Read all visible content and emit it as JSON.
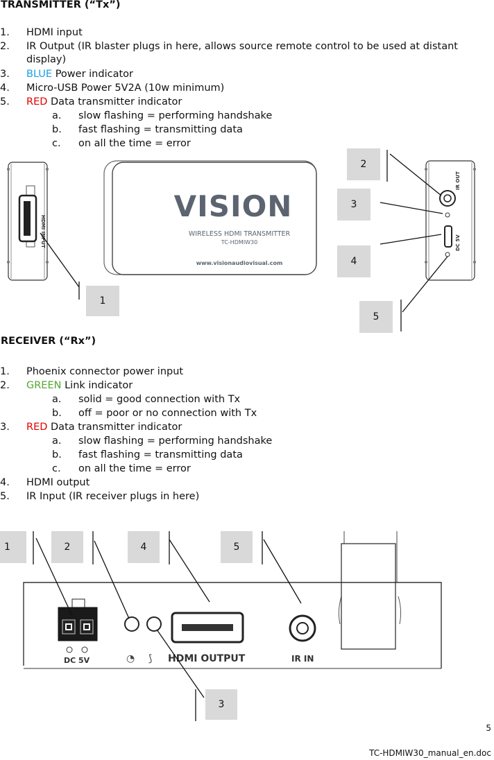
{
  "transmitter": {
    "heading": "TRANSMITTER (“Tx”)",
    "items": [
      {
        "num": "1.",
        "text": "HDMI input"
      },
      {
        "num": "2.",
        "text": "IR Output (IR blaster plugs in here, allows source remote control to be used at distant"
      },
      {
        "num": "",
        "text": "display)"
      },
      {
        "num": "3.",
        "highlight": "BLUE",
        "text": " Power indicator"
      },
      {
        "num": "4.",
        "text": "Micro-USB Power 5V2A (10w minimum)"
      },
      {
        "num": "5.",
        "highlight": "RED",
        "text": " Data transmitter indicator"
      },
      {
        "num": "a.",
        "text": "slow flashing = performing handshake"
      },
      {
        "num": "b.",
        "text": "fast flashing = transmitting data"
      },
      {
        "num": "c.",
        "text": "on all the time = error"
      }
    ],
    "device": {
      "brand": "VISION",
      "product": "WIRELESS HDMI TRANSMITTER",
      "model": "TC-HDMIW30",
      "url": "www.visionaudiovisual.com",
      "left_port_label": "HDMI INPUT",
      "right_label_ir": "IR OUT",
      "right_label_dc": "DC 5V"
    },
    "callouts": [
      "1",
      "2",
      "3",
      "4",
      "5"
    ]
  },
  "receiver": {
    "heading": "RECEIVER (“Rx”)",
    "items": [
      {
        "num": "1.",
        "text": "Phoenix connector power input"
      },
      {
        "num": "2.",
        "highlight": "GREEN",
        "text": " Link indicator"
      },
      {
        "num": "a.",
        "text": "solid = good connection with Tx"
      },
      {
        "num": "b.",
        "text": "off = poor or no connection with Tx"
      },
      {
        "num": "3.",
        "highlight": "RED",
        "text": " Data transmitter indicator"
      },
      {
        "num": "a.",
        "text": "slow flashing = performing handshake"
      },
      {
        "num": "b.",
        "text": "fast flashing = transmitting data"
      },
      {
        "num": "c.",
        "text": "on all the time = error"
      },
      {
        "num": "4.",
        "text": "HDMI output"
      },
      {
        "num": "5.",
        "text": "IR Input (IR receiver plugs in here)"
      }
    ],
    "device": {
      "dc_label": "DC 5V",
      "hdmi_label": "HDMI OUTPUT",
      "ir_label": "IR IN"
    },
    "callouts": [
      "1",
      "2",
      "4",
      "5",
      "3"
    ]
  },
  "footer": {
    "page_number": "5",
    "filename": "TC-HDMIW30_manual_en.doc"
  },
  "colors": {
    "blue": "#1aa0e0",
    "red": "#e00000",
    "green": "#55a632",
    "callout_bg": "#d9d9d9"
  }
}
